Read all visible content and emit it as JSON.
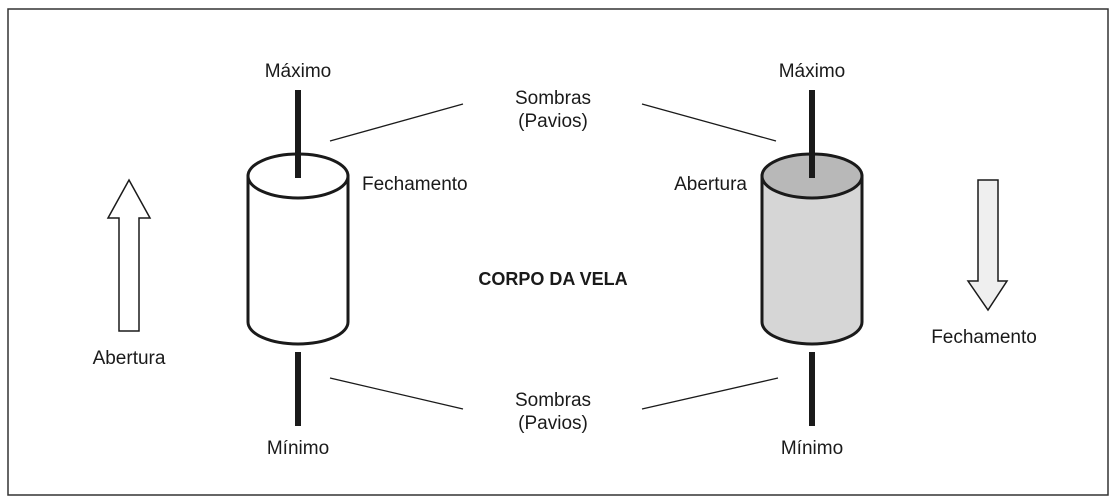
{
  "left_candle": {
    "top_label": "Máximo",
    "side_label": "Fechamento",
    "bottom_label": "Mínimo",
    "arrow_label": "Abertura"
  },
  "right_candle": {
    "top_label": "Máximo",
    "side_label": "Abertura",
    "bottom_label": "Mínimo",
    "arrow_label": "Fechamento"
  },
  "shadows_top": {
    "line1": "Sombras",
    "line2": "(Pavios)"
  },
  "shadows_bottom": {
    "line1": "Sombras",
    "line2": "(Pavios)"
  },
  "center_label": "CORPO DA VELA",
  "colors": {
    "frame": "#333333",
    "stroke": "#1a1a1a",
    "bullish_body": "#ffffff",
    "bearish_body": "#d6d6d6",
    "bearish_top": "#b8b8b8",
    "down_arrow_fill": "#efefef"
  }
}
